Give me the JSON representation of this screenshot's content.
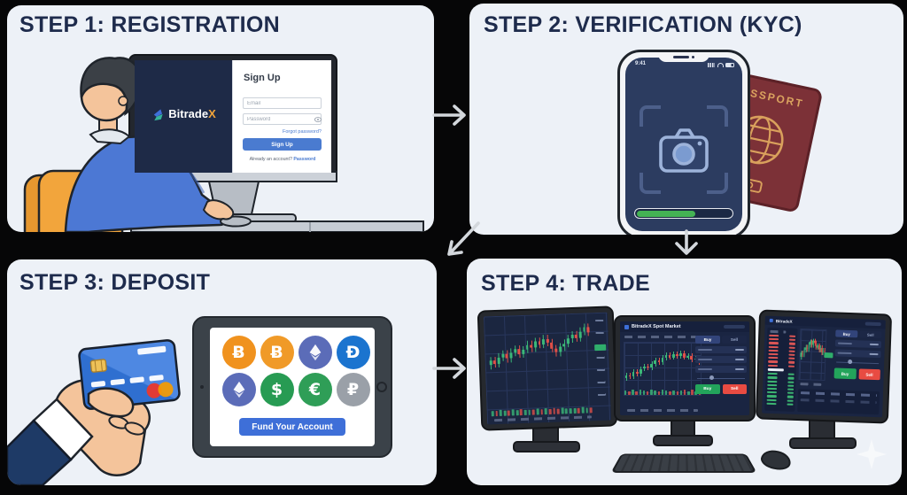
{
  "step1": {
    "title": "STEP 1: REGISTRATION",
    "brand_name": "Bitrade",
    "brand_x": "X",
    "form": {
      "heading": "Sign Up",
      "email_placeholder": "Email",
      "password_placeholder": "Password",
      "forgot": "Forgot password?",
      "button": "Sign Up",
      "footer": "Already an account?",
      "footer_link": "Password"
    }
  },
  "step2": {
    "title": "STEP 2: VERIFICATION (KYC)",
    "time": "9:41",
    "passport": "PASSPORT",
    "progress_pct": 62
  },
  "step3": {
    "title": "STEP 3: DEPOSIT",
    "fund_button": "Fund Your Account",
    "icons": [
      {
        "name": "bitcoin-icon",
        "glyph": "Ƀ",
        "bg": "#f0921e"
      },
      {
        "name": "bitcoin-icon",
        "glyph": "Ƀ",
        "bg": "#f09a28"
      },
      {
        "name": "ethereum-icon",
        "glyph": "eth",
        "bg": "#5b6cb8"
      },
      {
        "name": "dash-icon",
        "glyph": "Đ",
        "bg": "#1b74cf"
      },
      {
        "name": "ethereum-icon",
        "glyph": "eth",
        "bg": "#5b6cb8"
      },
      {
        "name": "dollar-icon",
        "glyph": "$",
        "bg": "#279b53"
      },
      {
        "name": "euro-icon",
        "glyph": "€",
        "bg": "#2f9e57"
      },
      {
        "name": "peso-icon",
        "glyph": "₽",
        "bg": "#9aa0a8"
      }
    ]
  },
  "step4": {
    "title": "STEP 4: TRADE",
    "spot_market_header": "BitradeX Spot Market",
    "brand": "BitradeX",
    "buy": "Buy",
    "sell": "Sell",
    "left_chart": [
      58,
      52,
      56,
      48,
      44,
      50,
      42,
      38,
      45,
      39,
      33,
      37,
      29,
      33,
      26,
      31,
      39,
      44,
      37,
      33,
      27,
      22,
      26,
      18,
      13,
      19
    ],
    "mid_chart": [
      68,
      62,
      65,
      56,
      59,
      50,
      45,
      48,
      40,
      34,
      37,
      29,
      24,
      28,
      22,
      26,
      20,
      28,
      25,
      33,
      30,
      37
    ],
    "right_chart": [
      55,
      47,
      51,
      41,
      35,
      40,
      30,
      24,
      30,
      22,
      27,
      35,
      31,
      40,
      36,
      45,
      41,
      49
    ],
    "orderbook_asks": 9,
    "orderbook_bids": 9
  },
  "colors": {
    "panel_bg": "#edf1f7",
    "title_navy": "#1e2b4c",
    "accent_blue": "#3e6fd8",
    "brand_orange_x": "#f0a33a",
    "buy_green": "#23a45b",
    "sell_red": "#e84b42",
    "passport_red": "#7c3137",
    "chair_orange": "#f2a53c"
  }
}
